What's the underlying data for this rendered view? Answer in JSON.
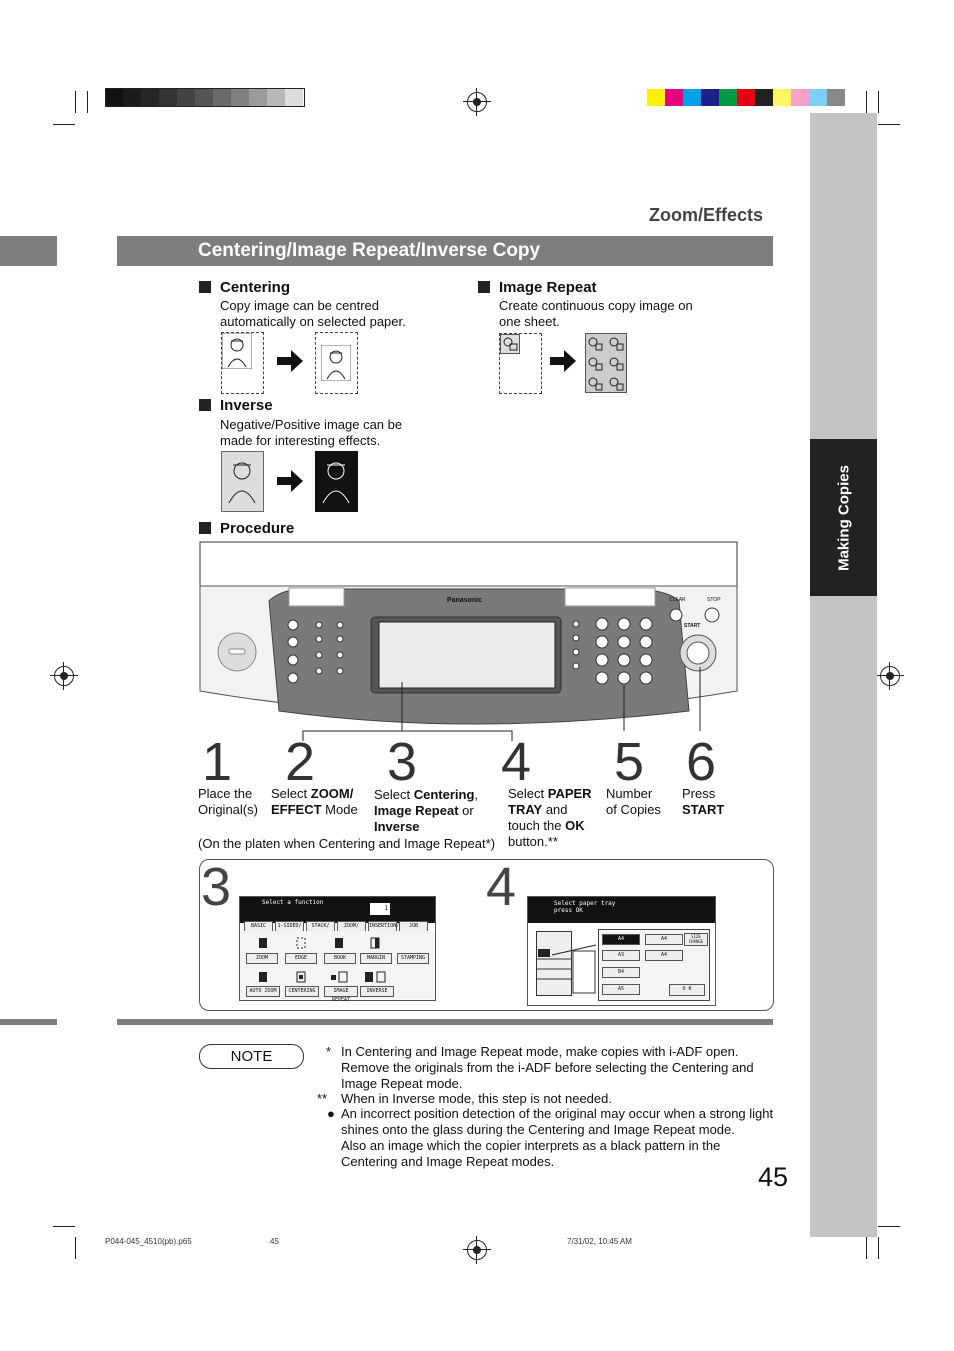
{
  "header": {
    "section": "Zoom/Effects",
    "title": "Centering/Image Repeat/Inverse Copy",
    "side_tab": "Making Copies"
  },
  "features": {
    "centering": {
      "title": "Centering",
      "desc1": "Copy image can be centred",
      "desc2": "automatically on selected paper."
    },
    "image_repeat": {
      "title": "Image Repeat",
      "desc1": "Create continuous copy image on",
      "desc2": "one sheet."
    },
    "inverse": {
      "title": "Inverse",
      "desc1": "Negative/Positive image can be",
      "desc2": "made for interesting effects."
    },
    "procedure": {
      "title": "Procedure"
    }
  },
  "panel": {
    "brand": "Panasonic",
    "clear": "CLEAR",
    "stop": "STOP",
    "start": "START"
  },
  "steps": [
    {
      "num": "1",
      "l1": "Place the",
      "l2": "Original(s)"
    },
    {
      "num": "2",
      "l1a": "Select ",
      "l1b": "ZOOM/",
      "l2a": "EFFECT",
      "l2b": " Mode"
    },
    {
      "num": "3",
      "l1a": "Select ",
      "l1b": "Centering",
      "l1c": ",",
      "l2a": "Image Repeat",
      "l2b": " or",
      "l3": "Inverse"
    },
    {
      "num": "4",
      "l1a": "Select ",
      "l1b": "PAPER",
      "l2a": "TRAY",
      "l2b": " and",
      "l3a": "touch the ",
      "l3b": "OK",
      "l4": "button.**"
    },
    {
      "num": "5",
      "l1": "Number",
      "l2": "of Copies"
    },
    {
      "num": "6",
      "l1": "Press",
      "l2": "START"
    }
  ],
  "platen_note": "(On the platen when Centering and Image Repeat*)",
  "screens": {
    "s3": {
      "num": "3",
      "prompt": "Select a function",
      "counter": "1",
      "tabs": [
        "BASIC MENU",
        "1-SIDED/ 2-SIDED",
        "STACK/ FINISH",
        "ZOOM/ EFFECTS",
        "INSERTION/ OVERLAY",
        "JOB MEMORY"
      ],
      "row1": [
        "ZOOM",
        "EDGE",
        "BOOK",
        "MARGIN",
        "STAMPING"
      ],
      "row2": [
        "AUTO ZOOM",
        "CENTERING",
        "IMAGE REPEAT",
        "INVERSE"
      ]
    },
    "s4": {
      "num": "4",
      "prompt1": "Select paper tray",
      "prompt2": "press OK",
      "trays": [
        "A4",
        "A3",
        "B4",
        "A5"
      ],
      "trays_right": [
        "A4",
        "A4"
      ],
      "change": "SIZE CHANGE",
      "ok": "O K"
    }
  },
  "note": {
    "label": "NOTE",
    "n1_mark": "*",
    "n1": [
      "In Centering and Image Repeat mode, make copies with i-ADF open.",
      "Remove the originals from the i-ADF before selecting the Centering and",
      "Image Repeat mode."
    ],
    "n2_mark": "**",
    "n2": "When in Inverse mode, this step is not needed.",
    "n3_mark": "●",
    "n3": [
      "An incorrect position detection of the original may occur when a strong light",
      "shines onto the glass during the Centering and Image Repeat mode.",
      "Also an image which the copier interprets as a black pattern in the",
      "Centering and Image Repeat modes."
    ]
  },
  "page_number": "45",
  "footer": {
    "file": "P044-045_4510(pb).p65",
    "page": "45",
    "date": "7/31/02, 10:45 AM"
  }
}
